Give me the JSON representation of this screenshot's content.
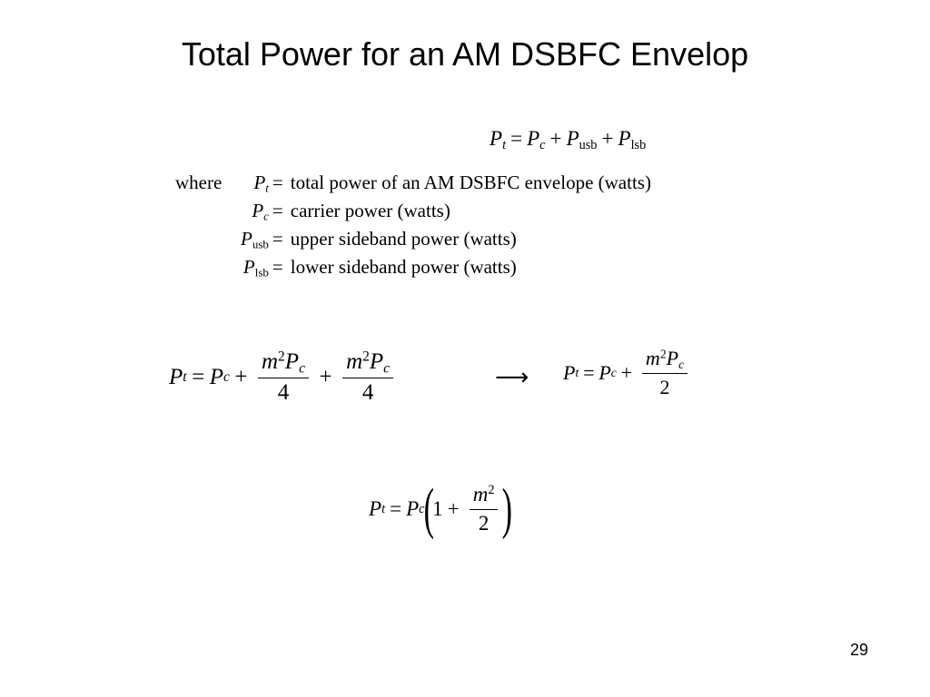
{
  "slide": {
    "title": "Total Power for an AM DSBFC Envelop",
    "page_number": "29"
  },
  "symbols": {
    "P": "P",
    "t": "t",
    "c": "c",
    "usb": "usb",
    "lsb": "lsb",
    "m": "m",
    "sq": "2",
    "two": "2",
    "four": "4",
    "one": "1",
    "eq": "=",
    "plus": "+",
    "arrow": "⟶",
    "lparen": "(",
    "rparen": ")"
  },
  "definitions": {
    "where_label": "where",
    "rows": [
      {
        "sub": "t",
        "text": "total power of an AM DSBFC envelope (watts)"
      },
      {
        "sub": "c",
        "text": "carrier power (watts)"
      },
      {
        "sub": "usb",
        "text": "upper sideband power (watts)"
      },
      {
        "sub": "lsb",
        "text": "lower sideband power (watts)"
      }
    ]
  }
}
